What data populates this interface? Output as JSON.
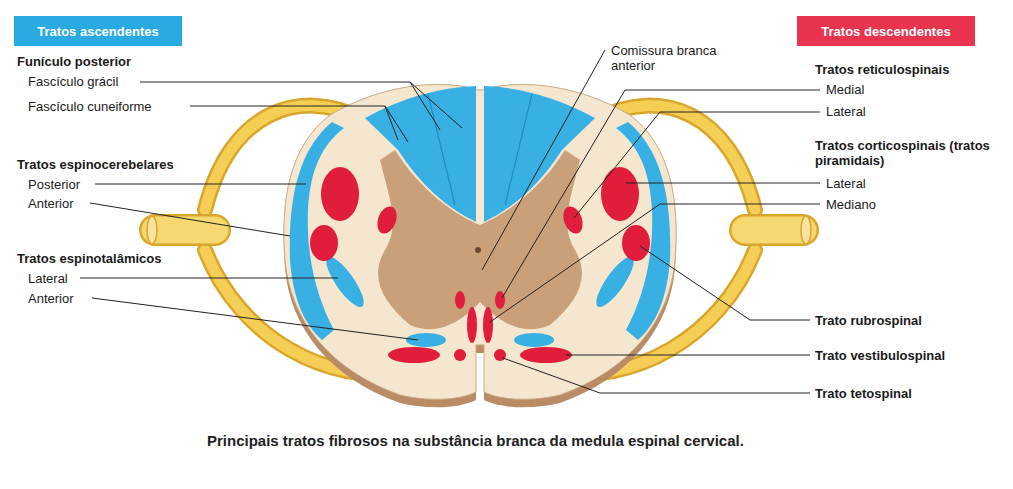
{
  "diagram": {
    "caption": "Principais tratos fibrosos na substância branca da medula espinal cervical.",
    "nodes": [
      {
        "text": [
          "Tratos ascendentes"
        ]
      },
      {
        "text": [
          "Tratos descendentes"
        ]
      }
    ],
    "labels": [
      "Funículo posterior",
      "Fascículo grácil",
      "Fascículo cuneiforme",
      "Tratos espinocerebelares",
      "Posterior",
      "Anterior",
      "Tratos espinotalâmicos",
      "Lateral",
      "Anterior",
      "Comissura branca anterior",
      "Tratos reticulospinais",
      "Medial",
      "Lateral",
      "Tratos corticospinais (tratos piramidais)",
      "Lateral",
      "Mediano",
      "Trato rubrospinal",
      "Trato vestibulospinal",
      "Trato tetospinal"
    ]
  }
}
